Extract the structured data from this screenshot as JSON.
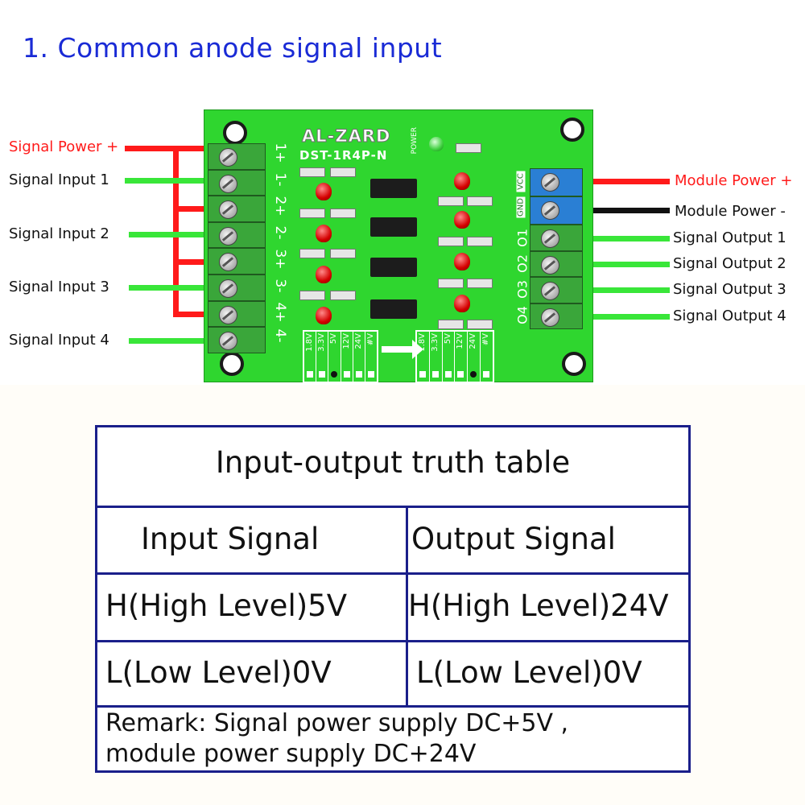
{
  "title": "1. Common anode signal input",
  "colors": {
    "title": "#1a2bd6",
    "wire_red": "#ff1a1a",
    "wire_green": "#39e639",
    "wire_black": "#111111",
    "board": "#2fd62f",
    "terminal_green": "#3aa63a",
    "terminal_blue": "#2a7fd4",
    "table_border": "#1a1f8a"
  },
  "left_labels": [
    {
      "text": "Signal Power +",
      "color": "#ff1a1a"
    },
    {
      "text": "Signal Input 1",
      "color": "#111111"
    },
    {
      "text": "Signal Input 2",
      "color": "#111111"
    },
    {
      "text": "Signal Input 3",
      "color": "#111111"
    },
    {
      "text": "Signal Input 4",
      "color": "#111111"
    }
  ],
  "right_labels": [
    {
      "text": "Module Power +",
      "color": "#ff1a1a"
    },
    {
      "text": "Module Power -",
      "color": "#111111"
    },
    {
      "text": "Signal Output 1",
      "color": "#111111"
    },
    {
      "text": "Signal Output 2",
      "color": "#111111"
    },
    {
      "text": "Signal Output 3",
      "color": "#111111"
    },
    {
      "text": "Signal Output 4",
      "color": "#111111"
    }
  ],
  "board": {
    "logo": "AL-ZARD",
    "model": "DST-1R4P-N",
    "power_label": "POWER",
    "input_pins": [
      "1+",
      "1-",
      "2+",
      "2-",
      "3+",
      "3-",
      "4+",
      "4-"
    ],
    "output_pins": [
      "O1",
      "O2",
      "O3",
      "O4"
    ],
    "power_pins": [
      "VCC",
      "GND"
    ],
    "jumper_options": [
      "1.8V",
      "3.3V",
      "5V",
      "12V",
      "24V",
      "#V"
    ]
  },
  "table": {
    "title": "Input-output truth table",
    "headers": [
      "Input Signal",
      "Output Signal"
    ],
    "rows": [
      [
        "H(High Level)5V",
        "H(High Level)24V"
      ],
      [
        "L(Low Level)0V",
        "L(Low Level)0V"
      ]
    ],
    "remark_line1": "Remark: Signal power supply DC+5V ,",
    "remark_line2": "module power supply DC+24V"
  }
}
